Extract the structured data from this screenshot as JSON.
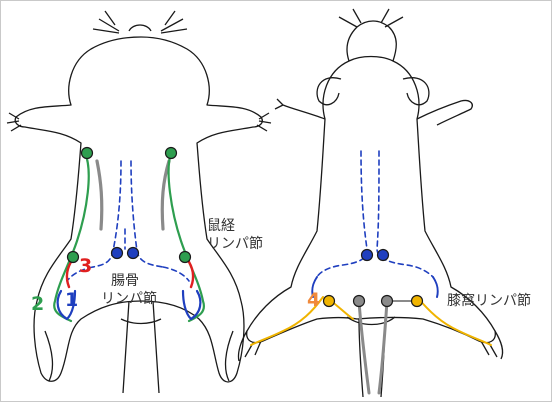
{
  "labels": {
    "inguinal_line1": "鼠経",
    "inguinal_line2": "リンパ節",
    "iliac_line1": "腸骨",
    "iliac_line2": "リンパ節",
    "popliteal": "膝窩リンパ節"
  },
  "numbers": {
    "n1": "1",
    "n2": "2",
    "n3": "3",
    "n4": "4"
  },
  "colors": {
    "outline": "#1a1a1a",
    "lymph_blue": "#1f3fbf",
    "lymph_green": "#2e9e4f",
    "lymph_red": "#e02020",
    "lymph_orange": "#f0b400",
    "node_orange_label": "#f08a3c",
    "vessel_gray": "#8a8a8a"
  }
}
